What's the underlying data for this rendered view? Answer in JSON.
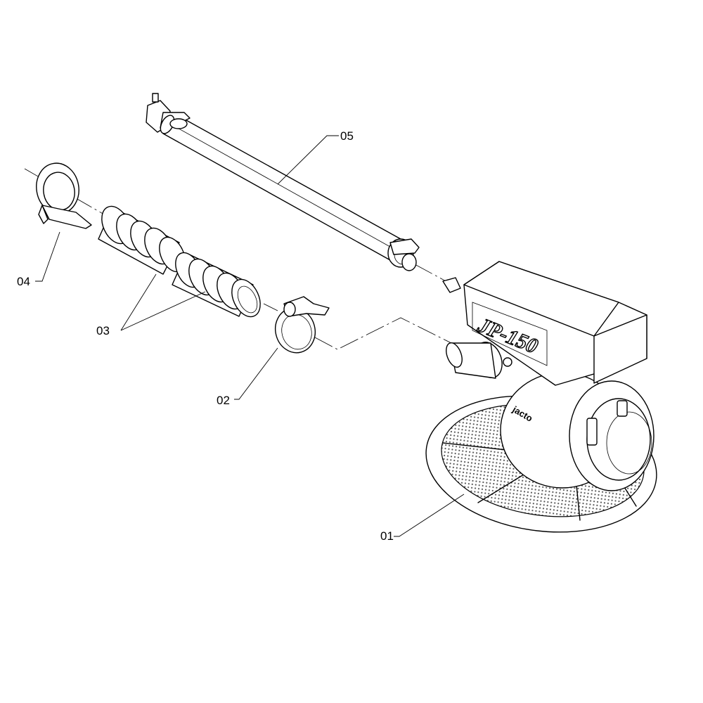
{
  "callouts": {
    "c01": "01",
    "c02": "02",
    "c03": "03",
    "c04": "04",
    "c05": "05"
  },
  "housing_label": "JP-150",
  "brand_label": "jacto"
}
